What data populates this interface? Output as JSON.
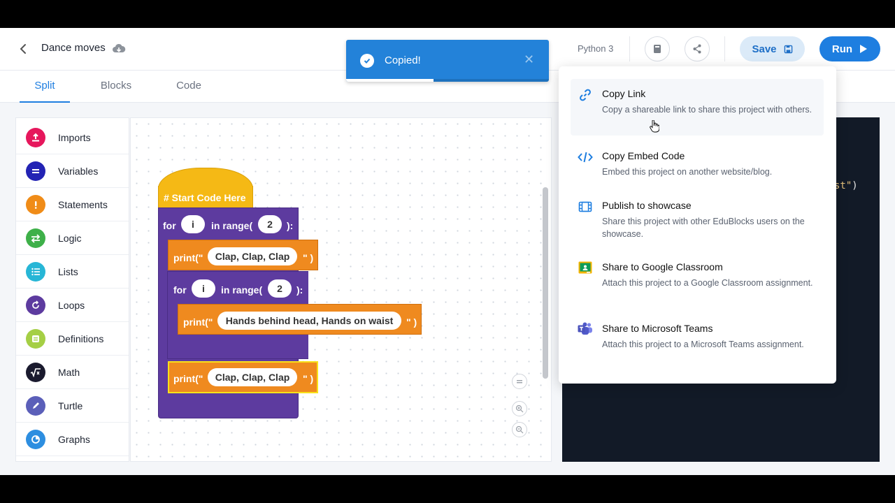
{
  "header": {
    "project_title": "Dance moves",
    "language": "Python 3",
    "save_label": "Save",
    "run_label": "Run"
  },
  "tabs": [
    {
      "label": "Split",
      "active": true
    },
    {
      "label": "Blocks",
      "active": false
    },
    {
      "label": "Code",
      "active": false
    }
  ],
  "toolbox": [
    {
      "label": "Imports",
      "color": "#e6175c"
    },
    {
      "label": "Variables",
      "color": "#2323b4"
    },
    {
      "label": "Statements",
      "color": "#f08c18"
    },
    {
      "label": "Logic",
      "color": "#3eb049"
    },
    {
      "label": "Lists",
      "color": "#27b6d6"
    },
    {
      "label": "Loops",
      "color": "#5d3b9f"
    },
    {
      "label": "Definitions",
      "color": "#a5cf45"
    },
    {
      "label": "Math",
      "color": "#1a1a2e"
    },
    {
      "label": "Turtle",
      "color": "#5b5fb9"
    },
    {
      "label": "Graphs",
      "color": "#2d8ee0"
    }
  ],
  "blocks": {
    "start": "# Start Code Here",
    "for1_for": "for",
    "for1_var": "i",
    "for1_range": "in range(",
    "for1_count": "2",
    "for1_close": "):",
    "print1_fn": "print(\"",
    "print1_text": "Clap, Clap, Clap",
    "print1_close": "\" )",
    "for2_for": "for",
    "for2_var": "i",
    "for2_range": "in range(",
    "for2_count": "2",
    "for2_close": "):",
    "print2_fn": "print(\"",
    "print2_text": "Hands behind head, Hands on waist",
    "print2_close": "\" )",
    "print3_fn": "print(\"",
    "print3_text": "Clap, Clap, Clap",
    "print3_close": "\" )"
  },
  "code": {
    "visible_fragment_str": "st\"",
    "visible_fragment_paren": ")"
  },
  "toast": {
    "message": "Copied!",
    "progress": 0.43
  },
  "share_menu": [
    {
      "title": "Copy Link",
      "desc": "Copy a shareable link to share this project with others.",
      "icon": "link-icon"
    },
    {
      "title": "Copy Embed Code",
      "desc": "Embed this project on another website/blog.",
      "icon": "code-icon"
    },
    {
      "title": "Publish to showcase",
      "desc": "Share this project with other EduBlocks users on the showcase.",
      "icon": "film-icon"
    },
    {
      "title": "Share to Google Classroom",
      "desc": "Attach this project to a Google Classroom assignment.",
      "icon": "google-classroom-icon"
    },
    {
      "title": "Share to Microsoft Teams",
      "desc": "Attach this project to a Microsoft Teams assignment.",
      "icon": "microsoft-teams-icon"
    }
  ]
}
